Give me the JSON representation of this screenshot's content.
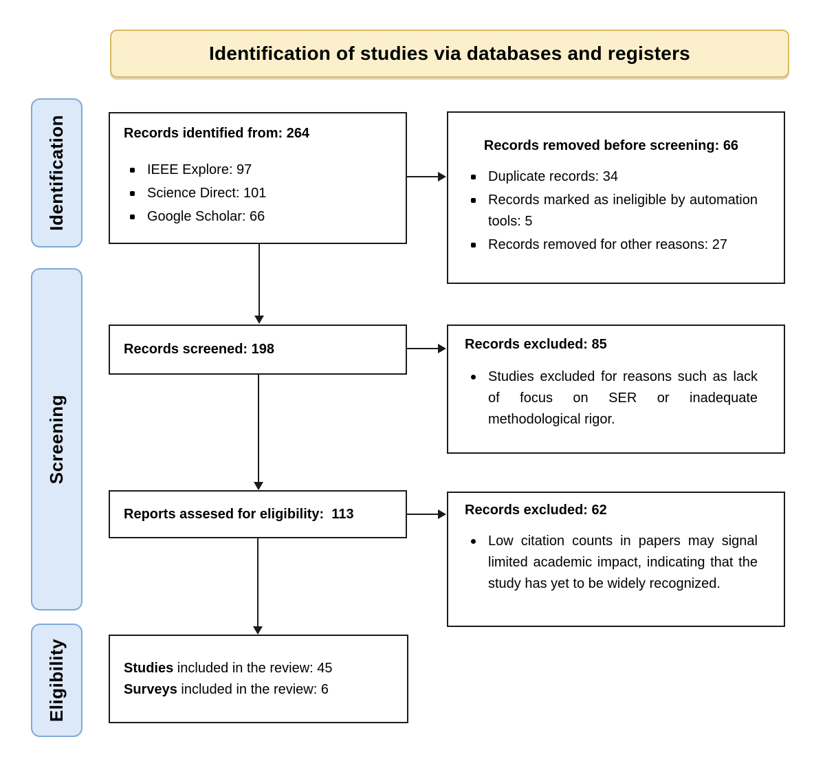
{
  "title": "Identification of studies via databases and registers",
  "stages": {
    "identification": "Identification",
    "screening": "Screening",
    "eligibility": "Eligibility"
  },
  "boxes": {
    "records_identified": {
      "heading": "Records identified from: 264",
      "bullets": [
        "IEEE Explore: 97",
        "Science Direct: 101",
        "Google Scholar: 66"
      ]
    },
    "records_removed": {
      "heading": "Records removed before screening: 66",
      "bullets": [
        "Duplicate records: 34",
        "Records marked as ineligible by automation tools: 5",
        "Records removed for other reasons: 27"
      ]
    },
    "records_screened": {
      "heading": "Records screened: 198"
    },
    "records_excluded_screening": {
      "heading": "Records excluded: 85",
      "bullets": [
        "Studies excluded for reasons such as lack of focus on SER or inadequate methodological rigor."
      ]
    },
    "reports_assessed": {
      "heading": "Reports assesed for eligibility:  113"
    },
    "records_excluded_eligibility": {
      "heading": "Records excluded: 62",
      "bullets": [
        "Low citation counts in papers may signal limited academic impact, indicating that the study has yet to be widely recognized."
      ]
    },
    "included": {
      "line1_bold": "Studies",
      "line1_rest": " included in the review: 45",
      "line2_bold": "Surveys",
      "line2_rest": " included in the review: 6"
    }
  },
  "colors": {
    "title_fill": "#FBF0CB",
    "title_border": "#D8B95F",
    "stage_fill": "#DCE9F8",
    "stage_border": "#7FA8D9",
    "box_border": "#1A1A1A",
    "line": "#1A1A1A",
    "bg": "#FFFFFF",
    "text": "#000000"
  }
}
